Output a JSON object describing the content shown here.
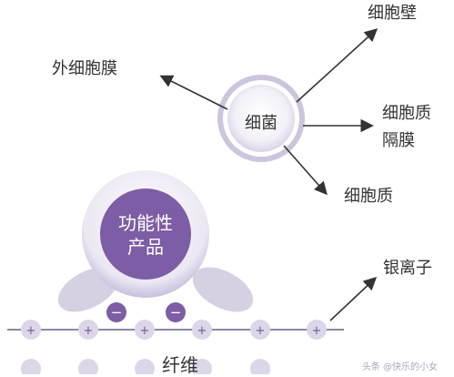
{
  "labels": {
    "outer_membrane": "外细胞膜",
    "cell_wall": "细胞壁",
    "bacteria": "细菌",
    "periplasm_line1": "细胞质",
    "periplasm_line2": "隔膜",
    "cytoplasm": "细胞质",
    "functional_line1": "功能性",
    "functional_line2": "产品",
    "silver_ion": "银离子",
    "fiber": "纤维",
    "watermark": "头条 @快乐的小女"
  },
  "icons": {
    "plus_ion": "+",
    "minus_ion": "−"
  },
  "colors": {
    "membrane_outer": "#d7d1e4",
    "membrane_inner": "#ece9f3",
    "product_core": "#7d5da5",
    "product_ring": "#c8bedd",
    "ion_purple": "#7d5da5",
    "plus_ion_fill": "#dcd6e8",
    "arrow": "#333333",
    "text": "#333333"
  }
}
